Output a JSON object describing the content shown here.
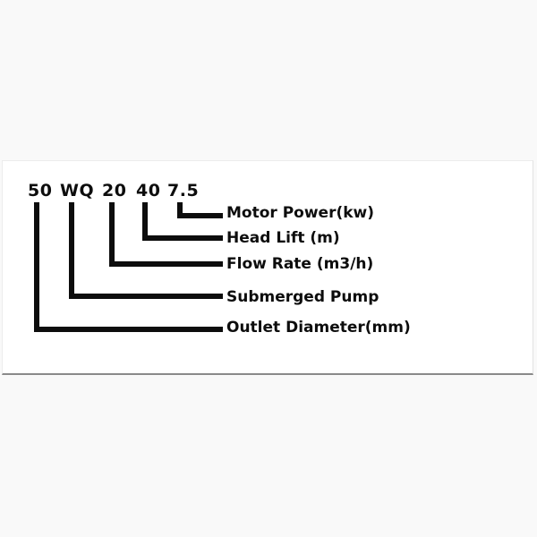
{
  "colors": {
    "page_bg": "#f9f9f9",
    "panel_bg": "#ffffff",
    "panel_border": "#8a8a8a",
    "line": "#0d0d0d",
    "ink": "#0d0d0d"
  },
  "diagram": {
    "model_code": {
      "full_text": "50 WQ 20 40 7.5",
      "parts": [
        {
          "text": "50",
          "maps_to": "Outlet Diameter(mm)"
        },
        {
          "text": "WQ",
          "maps_to": "Submerged Pump"
        },
        {
          "text": "20",
          "maps_to": "Flow Rate (m3/h)"
        },
        {
          "text": "40",
          "maps_to": "Head Lift (m)"
        },
        {
          "text": "7.5",
          "maps_to": "Motor Power(kw)"
        }
      ]
    },
    "labels": [
      {
        "text": "Motor Power(kw)"
      },
      {
        "text": "Head Lift (m)"
      },
      {
        "text": "Flow Rate (m3/h)"
      },
      {
        "text": "Submerged Pump"
      },
      {
        "text": "Outlet Diameter(mm)"
      }
    ]
  }
}
